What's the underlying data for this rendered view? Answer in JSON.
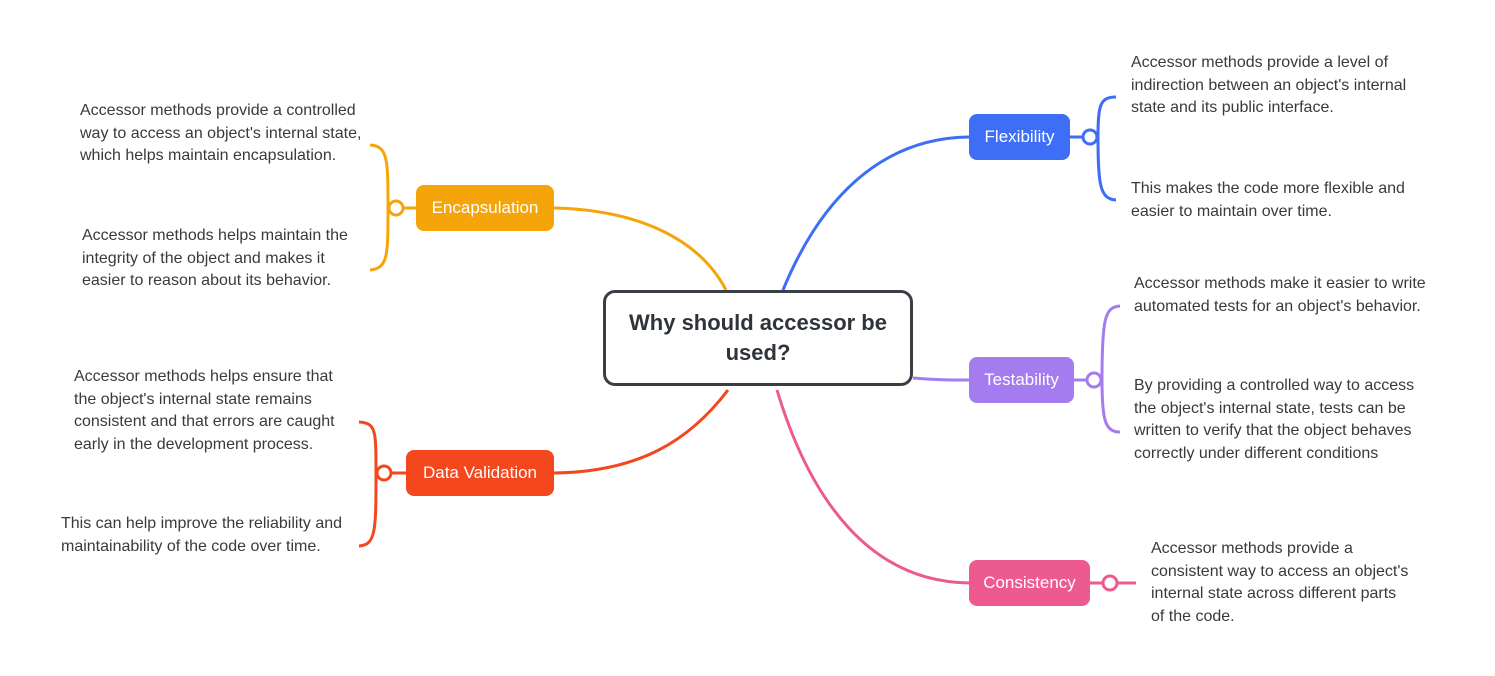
{
  "central": {
    "title": "Why should accessor be used?"
  },
  "colors": {
    "encapsulation": "#f5a50a",
    "data_validation": "#f4471e",
    "flexibility": "#3d6ef5",
    "testability": "#a47cf0",
    "consistency": "#ec5a8f",
    "central_border": "#3a3f47"
  },
  "topics": {
    "encapsulation": {
      "label": "Encapsulation",
      "leaves": [
        "Accessor methods provide a controlled way to access an object's internal state, which helps maintain encapsulation.",
        "Accessor methods helps maintain the integrity of the object and makes it easier to reason about its behavior."
      ]
    },
    "data_validation": {
      "label": "Data Validation",
      "leaves": [
        "Accessor methods helps ensure that the object's internal state remains consistent and that errors are caught early in the development process.",
        "This can help improve the reliability and maintainability of the code over time."
      ]
    },
    "flexibility": {
      "label": "Flexibility",
      "leaves": [
        "Accessor methods provide a level of indirection between an object's internal state and its public interface.",
        "This makes the code more flexible and easier to maintain over time."
      ]
    },
    "testability": {
      "label": "Testability",
      "leaves": [
        "Accessor methods make it easier to write automated tests for an object's behavior.",
        "By providing a controlled way to access the object's internal state, tests can be written to verify that the object behaves correctly under different conditions"
      ]
    },
    "consistency": {
      "label": "Consistency",
      "leaves": [
        "Accessor methods provide a consistent way to access an object's internal state across different parts of the code."
      ]
    }
  }
}
